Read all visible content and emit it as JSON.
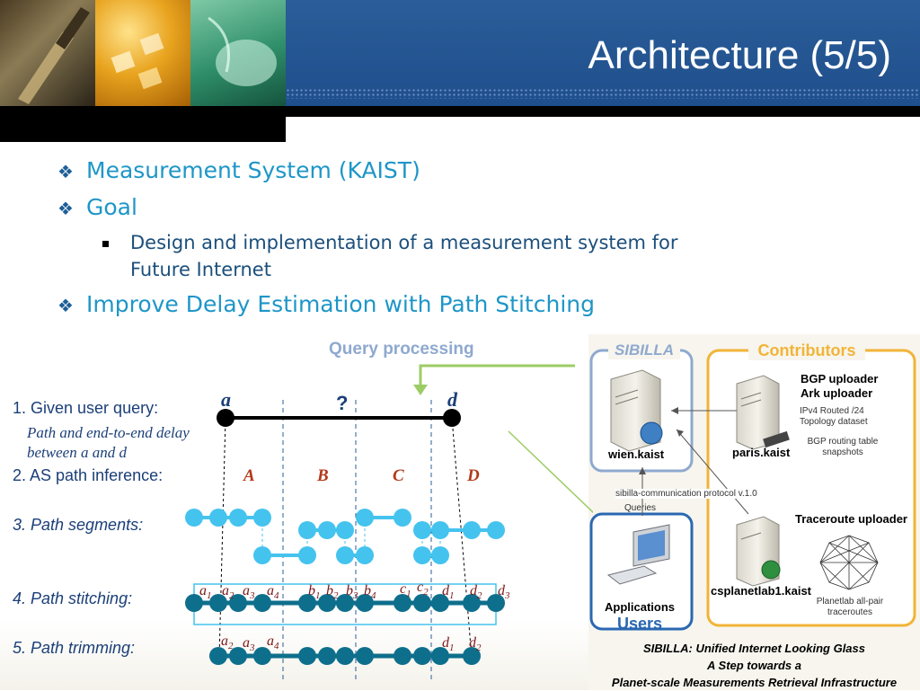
{
  "slide": {
    "title": "Architecture (5/5)"
  },
  "bullets": {
    "item1": "Measurement System (KAIST)",
    "item2": "Goal",
    "sub1_line1": "Design and implementation of a measurement system for",
    "sub1_line2": "Future Internet",
    "item3": "Improve Delay Estimation with Path Stitching"
  },
  "diagram": {
    "query_processing": "Query processing",
    "step1": "1. Given user query:",
    "step1_desc_line1": "Path and end-to-end delay",
    "step1_desc_line2": "between  a and d",
    "step2": "2. AS path inference:",
    "step3": "3. Path segments:",
    "step4": "4. Path stitching:",
    "step5": "5. Path trimming:",
    "node_a": "a",
    "node_d": "d",
    "question": "?",
    "as_labels": [
      "A",
      "B",
      "C",
      "D"
    ]
  },
  "sibilla": {
    "panel_title": "SIBILLA",
    "contributors_title": "Contributors",
    "server_wien": "wien.kaist",
    "server_paris": "paris.kaist",
    "server_csplanet": "csplanetlab1.kaist",
    "bgp_uploader": "BGP uploader",
    "ark_uploader": "Ark   uploader",
    "ipv4_line1": "IPv4 Routed /24",
    "ipv4_line2": "Topology dataset",
    "bgp_table_line1": "BGP routing table",
    "bgp_table_line2": "snapshots",
    "protocol": "sibilla-communication protocol v.1.0",
    "queries": "Queries",
    "traceroute_uploader": "Traceroute uploader",
    "planetlab_line1": "Planetlab all-pair",
    "planetlab_line2": "traceroutes",
    "applications": "Applications",
    "users": "Users",
    "caption_line1": "SIBILLA: Unified Internet Looking Glass",
    "caption_line2": "A Step towards a",
    "caption_line3": "Planet-scale Measurements Retrieval Infrastructure"
  },
  "colors": {
    "header_blue": "#1f4f8c",
    "bullet_cyan": "#1e96c8",
    "node_light": "#44c3ee",
    "node_dark": "#0e6f8c",
    "contributors_orange": "#f2b437",
    "users_blue": "#2a68b1"
  }
}
